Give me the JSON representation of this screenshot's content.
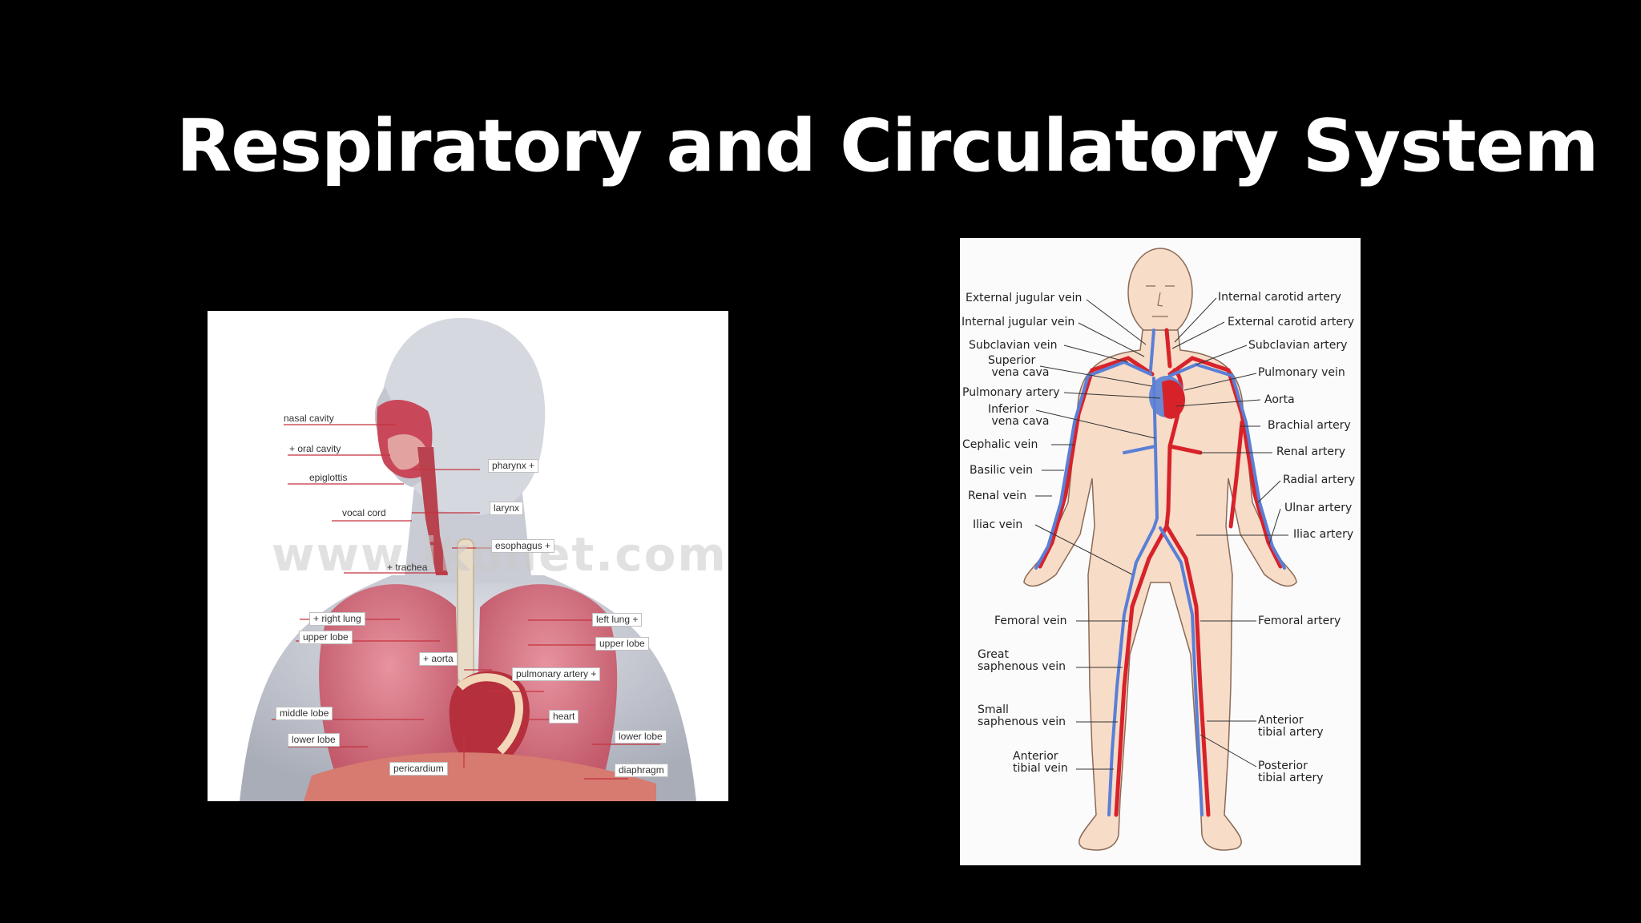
{
  "slide": {
    "title": "Respiratory and Circulatory System"
  },
  "respiratory": {
    "watermark": "www.ikonet.com",
    "labels": {
      "nasal_cavity": "nasal cavity",
      "oral_cavity": "+ oral cavity",
      "epiglottis": "epiglottis",
      "vocal_cord": "vocal cord",
      "pharynx": "pharynx +",
      "larynx": "larynx",
      "esophagus": "esophagus +",
      "trachea": "+ trachea",
      "right_lung": "+ right lung",
      "upper_lobe_left": "upper lobe",
      "aorta": "+ aorta",
      "pulmonary_artery": "pulmonary artery +",
      "middle_lobe": "middle lobe",
      "lower_lobe_left": "lower lobe",
      "heart": "heart",
      "pericardium": "pericardium",
      "left_lung": "left lung +",
      "upper_lobe_right": "upper lobe",
      "lower_lobe_right": "lower lobe",
      "diaphragm": "diaphragm"
    }
  },
  "circulatory": {
    "colors": {
      "artery": "#d8222a",
      "vein": "#5a7fd6",
      "skin": "#f7dcc8"
    },
    "left_labels": {
      "external_jugular_vein": "External jugular vein",
      "internal_jugular_vein": "Internal jugular vein",
      "subclavian_vein": "Subclavian vein",
      "superior_vena_cava": "Superior\n vena cava",
      "pulmonary_artery": "Pulmonary artery",
      "inferior_vena_cava": "Inferior\n vena cava",
      "cephalic_vein": "Cephalic vein",
      "basilic_vein": "Basilic vein",
      "renal_vein": "Renal vein",
      "iliac_vein": "Iliac vein",
      "femoral_vein": "Femoral vein",
      "great_saphenous_vein": "Great\nsaphenous vein",
      "small_saphenous_vein": "Small\nsaphenous vein",
      "anterior_tibial_vein": "Anterior\ntibial vein"
    },
    "right_labels": {
      "internal_carotid_artery": "Internal carotid artery",
      "external_carotid_artery": "External carotid artery",
      "subclavian_artery": "Subclavian artery",
      "pulmonary_vein": "Pulmonary vein",
      "aorta": "Aorta",
      "brachial_artery": "Brachial artery",
      "renal_artery": "Renal artery",
      "radial_artery": "Radial artery",
      "ulnar_artery": "Ulnar artery",
      "iliac_artery": "Iliac artery",
      "femoral_artery": "Femoral artery",
      "anterior_tibial_artery": "Anterior\ntibial artery",
      "posterior_tibial_artery": "Posterior\ntibial artery"
    }
  }
}
